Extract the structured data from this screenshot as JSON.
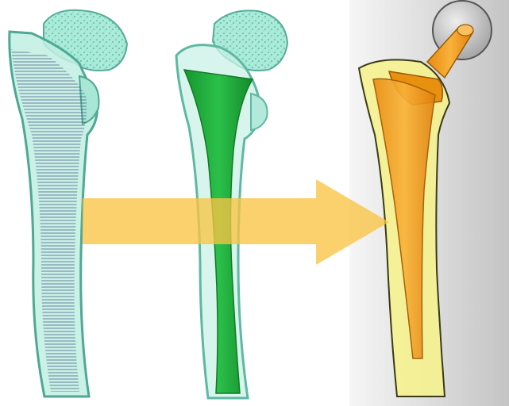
{
  "colors": {
    "bone_fill": "#9fe3d2",
    "bone_stroke": "#4fa894",
    "bone_dense": "#7fd9c2",
    "slice_lines": "#3d4a7a",
    "canal_green": "#1faa3a",
    "arrow": "#f8c444",
    "implant_orange": "#f4a21a",
    "implant_shell": "#f6f05a",
    "panel_light": "#f4f4f4",
    "panel_dark": "#c8c8c8",
    "ball": "#c9c9c9"
  },
  "panels": [
    {
      "name": "sliced-femur-model",
      "icon": "femur-slices-icon"
    },
    {
      "name": "medullary-canal-model",
      "icon": "femur-canal-icon"
    },
    {
      "name": "hip-implant-model",
      "icon": "femoral-stem-icon"
    }
  ],
  "arrow": {
    "icon": "transition-arrow-icon"
  }
}
